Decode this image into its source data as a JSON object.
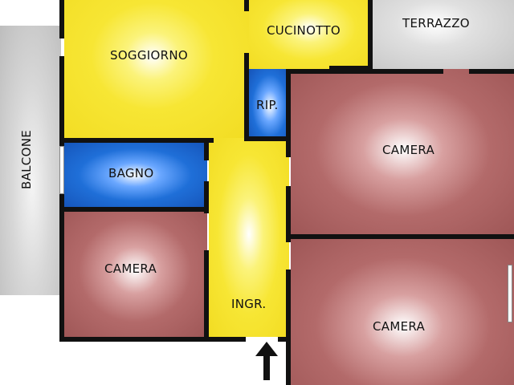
{
  "rooms": {
    "soggiorno": "SOGGIORNO",
    "cucinotto": "CUCINOTTO",
    "terrazzo": "TERRAZZO",
    "rip": "RIP.",
    "balcone": "BALCONE",
    "bagno": "BAGNO",
    "camera_left": "CAMERA",
    "camera_top_right": "CAMERA",
    "camera_bottom_right": "CAMERA",
    "ingresso": "INGR."
  },
  "colors": {
    "living": "#f4e02a",
    "bath": "#1f6fd8",
    "bedroom": "#a85c5c",
    "outdoor": "#cccccc",
    "wall": "#111111"
  },
  "icons": {
    "entrance": "up-arrow-icon"
  }
}
